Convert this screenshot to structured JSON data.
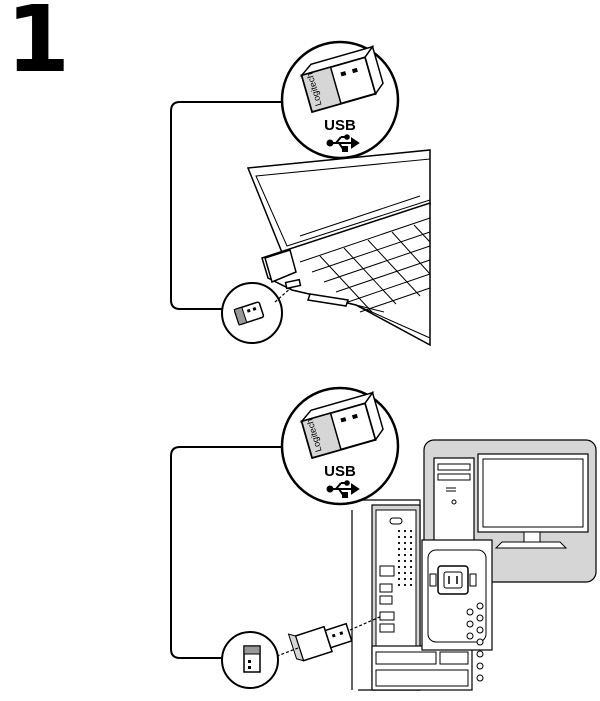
{
  "step": {
    "number": "1"
  },
  "panels": [
    {
      "id": "laptop",
      "callout": {
        "usb_label": "USB",
        "brand": "Logitech"
      }
    },
    {
      "id": "desktop",
      "callout": {
        "usb_label": "USB",
        "brand": "Logitech"
      }
    }
  ],
  "colors": {
    "ink": "#000000",
    "paper": "#ffffff",
    "shade": "#d6d6d6"
  }
}
